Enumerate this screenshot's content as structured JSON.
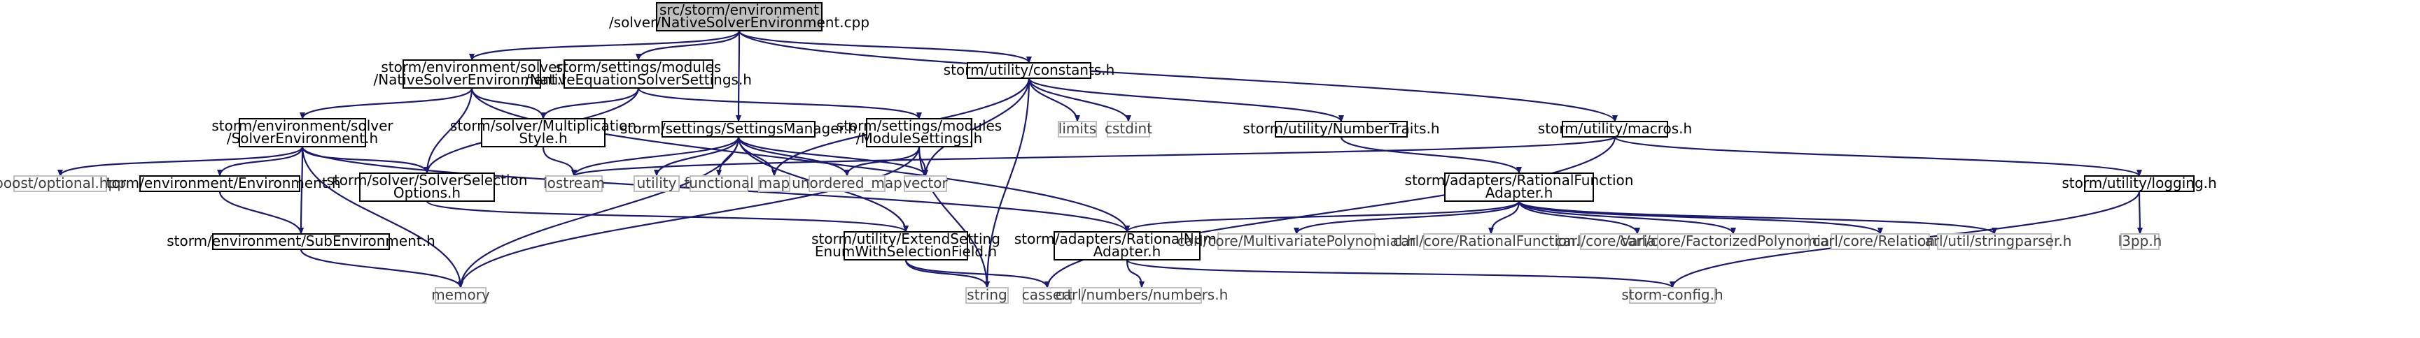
{
  "colors": {
    "root_fill": "#bfbfbf",
    "root_stroke": "#000000",
    "node_fill": "#ffffff",
    "node_stroke": "#000000",
    "system_stroke": "#bfbfbf",
    "edge": "#191970",
    "text": "#000000",
    "system_text": "#3f3f3f",
    "background": "#ffffff"
  },
  "nodes": [
    {
      "id": "root",
      "lines": [
        "src/storm/environment",
        "/solver/NativeSolverEnvironment.cpp"
      ],
      "kind": "root"
    },
    {
      "id": "native_env_h",
      "lines": [
        "storm/environment/solver",
        "/NativeSolverEnvironment.h"
      ],
      "kind": "local"
    },
    {
      "id": "native_eq_settings_h",
      "lines": [
        "storm/settings/modules",
        "/NativeEquationSolverSettings.h"
      ],
      "kind": "local"
    },
    {
      "id": "settings_manager_h",
      "lines": [
        "storm/settings/SettingsManager.h"
      ],
      "kind": "local"
    },
    {
      "id": "constants_h",
      "lines": [
        "storm/utility/constants.h"
      ],
      "kind": "local"
    },
    {
      "id": "macros_h",
      "lines": [
        "storm/utility/macros.h"
      ],
      "kind": "local"
    },
    {
      "id": "solver_env_h",
      "lines": [
        "storm/environment/solver",
        "/SolverEnvironment.h"
      ],
      "kind": "local"
    },
    {
      "id": "mult_style_h",
      "lines": [
        "storm/solver/Multiplication",
        "Style.h"
      ],
      "kind": "local"
    },
    {
      "id": "module_settings_h",
      "lines": [
        "storm/settings/modules",
        "/ModuleSettings.h"
      ],
      "kind": "local"
    },
    {
      "id": "number_traits_h",
      "lines": [
        "storm/utility/NumberTraits.h"
      ],
      "kind": "local"
    },
    {
      "id": "solver_selection_h",
      "lines": [
        "storm/solver/SolverSelection",
        "Options.h"
      ],
      "kind": "local"
    },
    {
      "id": "environment_h",
      "lines": [
        "storm/environment/Environment.h"
      ],
      "kind": "local"
    },
    {
      "id": "sub_environment_h",
      "lines": [
        "storm/environment/SubEnvironment.h"
      ],
      "kind": "local"
    },
    {
      "id": "extend_setting_h",
      "lines": [
        "storm/utility/ExtendSetting",
        "EnumWithSelectionField.h"
      ],
      "kind": "local"
    },
    {
      "id": "rational_number_adapter_h",
      "lines": [
        "storm/adapters/RationalNumber",
        "Adapter.h"
      ],
      "kind": "local"
    },
    {
      "id": "rational_function_adapter_h",
      "lines": [
        "storm/adapters/RationalFunction",
        "Adapter.h"
      ],
      "kind": "local"
    },
    {
      "id": "logging_h",
      "lines": [
        "storm/utility/logging.h"
      ],
      "kind": "local"
    },
    {
      "id": "boost_optional",
      "lines": [
        "boost/optional.hpp"
      ],
      "kind": "system"
    },
    {
      "id": "iostream",
      "lines": [
        "iostream"
      ],
      "kind": "system"
    },
    {
      "id": "utility",
      "lines": [
        "utility"
      ],
      "kind": "system"
    },
    {
      "id": "functional",
      "lines": [
        "functional"
      ],
      "kind": "system"
    },
    {
      "id": "map",
      "lines": [
        "map"
      ],
      "kind": "system"
    },
    {
      "id": "unordered_map",
      "lines": [
        "unordered_map"
      ],
      "kind": "system"
    },
    {
      "id": "vector",
      "lines": [
        "vector"
      ],
      "kind": "system"
    },
    {
      "id": "limits",
      "lines": [
        "limits"
      ],
      "kind": "system"
    },
    {
      "id": "cstdint",
      "lines": [
        "cstdint"
      ],
      "kind": "system"
    },
    {
      "id": "memory",
      "lines": [
        "memory"
      ],
      "kind": "system"
    },
    {
      "id": "string",
      "lines": [
        "string"
      ],
      "kind": "system"
    },
    {
      "id": "cassert",
      "lines": [
        "cassert"
      ],
      "kind": "system"
    },
    {
      "id": "carl_numbers",
      "lines": [
        "carl/numbers/numbers.h"
      ],
      "kind": "system"
    },
    {
      "id": "storm_config",
      "lines": [
        "storm-config.h"
      ],
      "kind": "system"
    },
    {
      "id": "l3pp",
      "lines": [
        "l3pp.h"
      ],
      "kind": "system"
    },
    {
      "id": "carl_multivariate",
      "lines": [
        "carl/core/MultivariatePolynomial.h"
      ],
      "kind": "system"
    },
    {
      "id": "carl_rational_function",
      "lines": [
        "carl/core/RationalFunction.h"
      ],
      "kind": "system"
    },
    {
      "id": "carl_variable_pool",
      "lines": [
        "carl/core/VariablePool.h"
      ],
      "kind": "system"
    },
    {
      "id": "carl_factorized",
      "lines": [
        "carl/core/FactorizedPolynomial.h"
      ],
      "kind": "system"
    },
    {
      "id": "carl_relation",
      "lines": [
        "carl/core/Relation.h"
      ],
      "kind": "system"
    },
    {
      "id": "carl_stringparser",
      "lines": [
        "carl/util/stringparser.h"
      ],
      "kind": "system"
    }
  ],
  "edges": [
    [
      "root",
      "native_env_h"
    ],
    [
      "root",
      "native_eq_settings_h"
    ],
    [
      "root",
      "settings_manager_h"
    ],
    [
      "root",
      "constants_h"
    ],
    [
      "root",
      "macros_h"
    ],
    [
      "native_env_h",
      "solver_env_h"
    ],
    [
      "native_env_h",
      "mult_style_h"
    ],
    [
      "native_env_h",
      "solver_selection_h"
    ],
    [
      "native_env_h",
      "rational_number_adapter_h"
    ],
    [
      "native_eq_settings_h",
      "mult_style_h"
    ],
    [
      "native_eq_settings_h",
      "module_settings_h"
    ],
    [
      "native_eq_settings_h",
      "solver_selection_h"
    ],
    [
      "solver_env_h",
      "boost_optional"
    ],
    [
      "solver_env_h",
      "environment_h"
    ],
    [
      "solver_env_h",
      "solver_selection_h"
    ],
    [
      "solver_env_h",
      "sub_environment_h"
    ],
    [
      "solver_env_h",
      "memory"
    ],
    [
      "solver_env_h",
      "rational_number_adapter_h"
    ],
    [
      "mult_style_h",
      "iostream"
    ],
    [
      "settings_manager_h",
      "iostream"
    ],
    [
      "settings_manager_h",
      "utility"
    ],
    [
      "settings_manager_h",
      "functional"
    ],
    [
      "settings_manager_h",
      "map"
    ],
    [
      "settings_manager_h",
      "unordered_map"
    ],
    [
      "settings_manager_h",
      "vector"
    ],
    [
      "settings_manager_h",
      "memory"
    ],
    [
      "settings_manager_h",
      "extend_setting_h"
    ],
    [
      "module_settings_h",
      "unordered_map"
    ],
    [
      "module_settings_h",
      "vector"
    ],
    [
      "module_settings_h",
      "string"
    ],
    [
      "module_settings_h",
      "memory"
    ],
    [
      "constants_h",
      "map"
    ],
    [
      "constants_h",
      "vector"
    ],
    [
      "constants_h",
      "limits"
    ],
    [
      "constants_h",
      "cstdint"
    ],
    [
      "constants_h",
      "string"
    ],
    [
      "constants_h",
      "number_traits_h"
    ],
    [
      "number_traits_h",
      "rational_function_adapter_h"
    ],
    [
      "macros_h",
      "iostream"
    ],
    [
      "macros_h",
      "cassert"
    ],
    [
      "macros_h",
      "logging_h"
    ],
    [
      "solver_selection_h",
      "extend_setting_h"
    ],
    [
      "environment_h",
      "sub_environment_h"
    ],
    [
      "sub_environment_h",
      "memory"
    ],
    [
      "extend_setting_h",
      "string"
    ],
    [
      "extend_setting_h",
      "cassert"
    ],
    [
      "rational_number_adapter_h",
      "carl_numbers"
    ],
    [
      "rational_number_adapter_h",
      "storm_config"
    ],
    [
      "rational_function_adapter_h",
      "rational_number_adapter_h"
    ],
    [
      "rational_function_adapter_h",
      "carl_multivariate"
    ],
    [
      "rational_function_adapter_h",
      "carl_rational_function"
    ],
    [
      "rational_function_adapter_h",
      "carl_variable_pool"
    ],
    [
      "rational_function_adapter_h",
      "carl_factorized"
    ],
    [
      "rational_function_adapter_h",
      "carl_relation"
    ],
    [
      "rational_function_adapter_h",
      "carl_stringparser"
    ],
    [
      "logging_h",
      "l3pp"
    ],
    [
      "logging_h",
      "storm_config"
    ]
  ]
}
